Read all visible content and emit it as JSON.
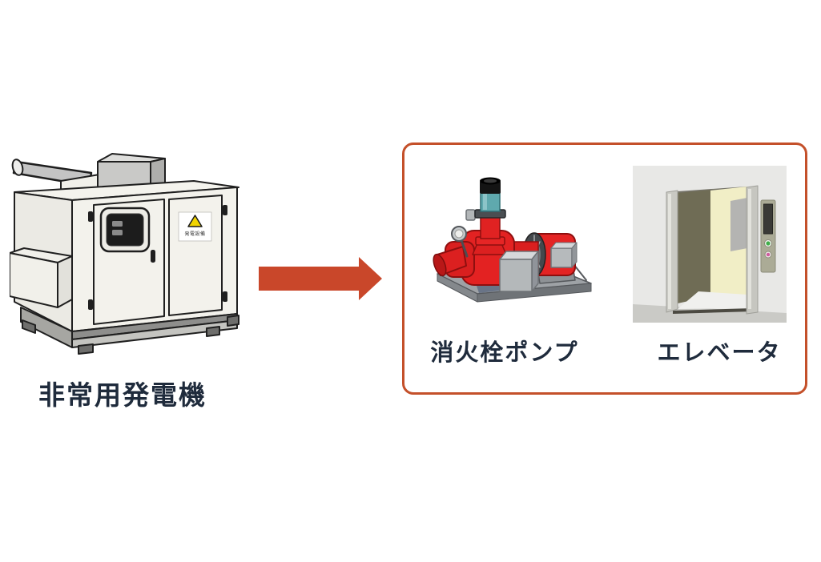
{
  "diagram": {
    "background_color": "#FFFFFF",
    "text_color": "#1F2B3C",
    "generator": {
      "label": "非常用発電機",
      "sticker_text": "発電設備"
    },
    "arrow": {
      "direction": "right",
      "color": "#C9472A"
    },
    "loads_box": {
      "border_color": "#C4502A",
      "items": [
        {
          "id": "fire-pump",
          "label": "消火栓ポンプ"
        },
        {
          "id": "elevator",
          "label": "エレベータ"
        }
      ]
    }
  }
}
